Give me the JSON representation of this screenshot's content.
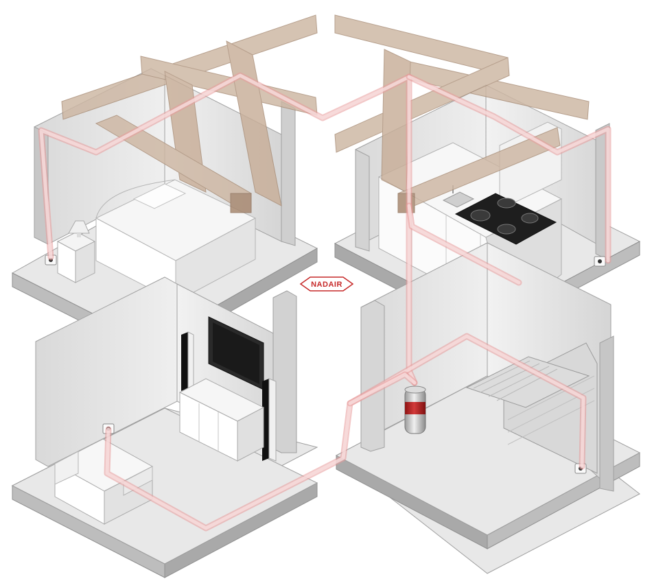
{
  "logo": {
    "text": "NADAIR"
  },
  "colors": {
    "floor_top": "#e9e9e9",
    "floor_left": "#bdbdbd",
    "floor_right": "#a8a8a8",
    "wall_light": "#ececec",
    "wall_mid": "#dadada",
    "wall_dark": "#cfcfcf",
    "beam": "#c9b09c",
    "beam_dark": "#a78b74",
    "pipe": "#f4c9c9",
    "pipe_edge": "#e79999",
    "brand_red": "#c62828"
  },
  "rooms": [
    {
      "name": "bedroom",
      "icons": [
        "bed-icon",
        "lamp-icon",
        "nightstand-icon",
        "wall-inlet-icon"
      ]
    },
    {
      "name": "kitchen",
      "icons": [
        "cooktop-icon",
        "sink-icon",
        "cabinet-icon",
        "wall-inlet-icon"
      ]
    },
    {
      "name": "living-room",
      "icons": [
        "tv-icon",
        "speaker-icon",
        "sofa-icon",
        "tv-stand-icon",
        "wall-inlet-icon"
      ]
    },
    {
      "name": "garage",
      "icons": [
        "central-vacuum-unit-icon",
        "garage-door-icon",
        "wall-inlet-icon"
      ]
    }
  ]
}
